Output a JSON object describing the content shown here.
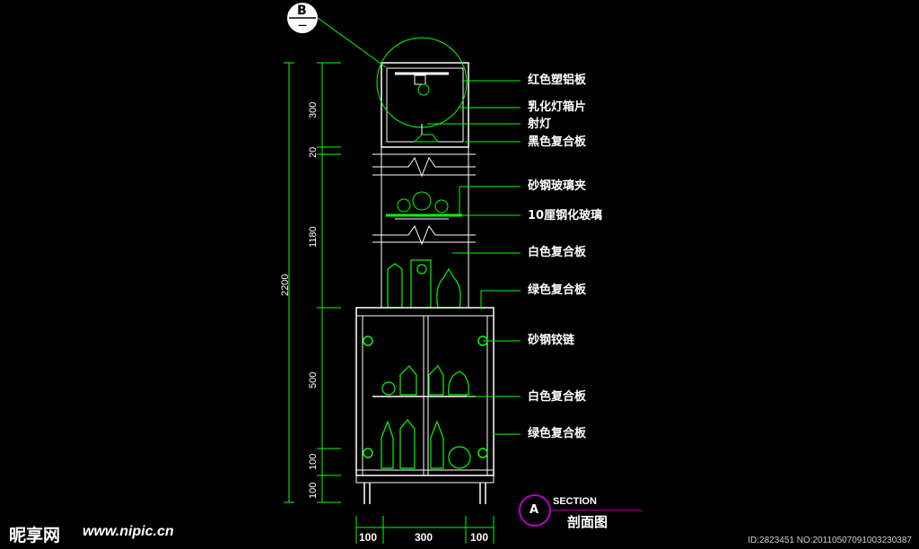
{
  "drawing": {
    "detail_marker": {
      "letter": "B",
      "sheet": "—"
    },
    "section_marker": {
      "letter": "A",
      "tag": "SECTION",
      "title": "剖面图"
    },
    "labels": [
      "红色塑铝板",
      "乳化灯箱片",
      "射灯",
      "黑色复合板",
      "砂钢玻璃夹",
      "10厘钢化玻璃",
      "白色复合板",
      "绿色复合板",
      "砂钢铰链",
      "白色复合板",
      "绿色复合板"
    ],
    "vertical_dims": {
      "total": "2200",
      "segments": [
        "300",
        "20",
        "1180",
        "500",
        "100",
        "100"
      ]
    },
    "horizontal_dims": [
      "100",
      "300",
      "100"
    ]
  },
  "watermark": {
    "site_name": "昵享网",
    "url": "www.nipic.cn",
    "id_text": "ID:2823451 NO:20110507091003230387"
  },
  "colors": {
    "line": "#ffffff",
    "accent": "#00ff00",
    "callout": "#c000c0"
  }
}
